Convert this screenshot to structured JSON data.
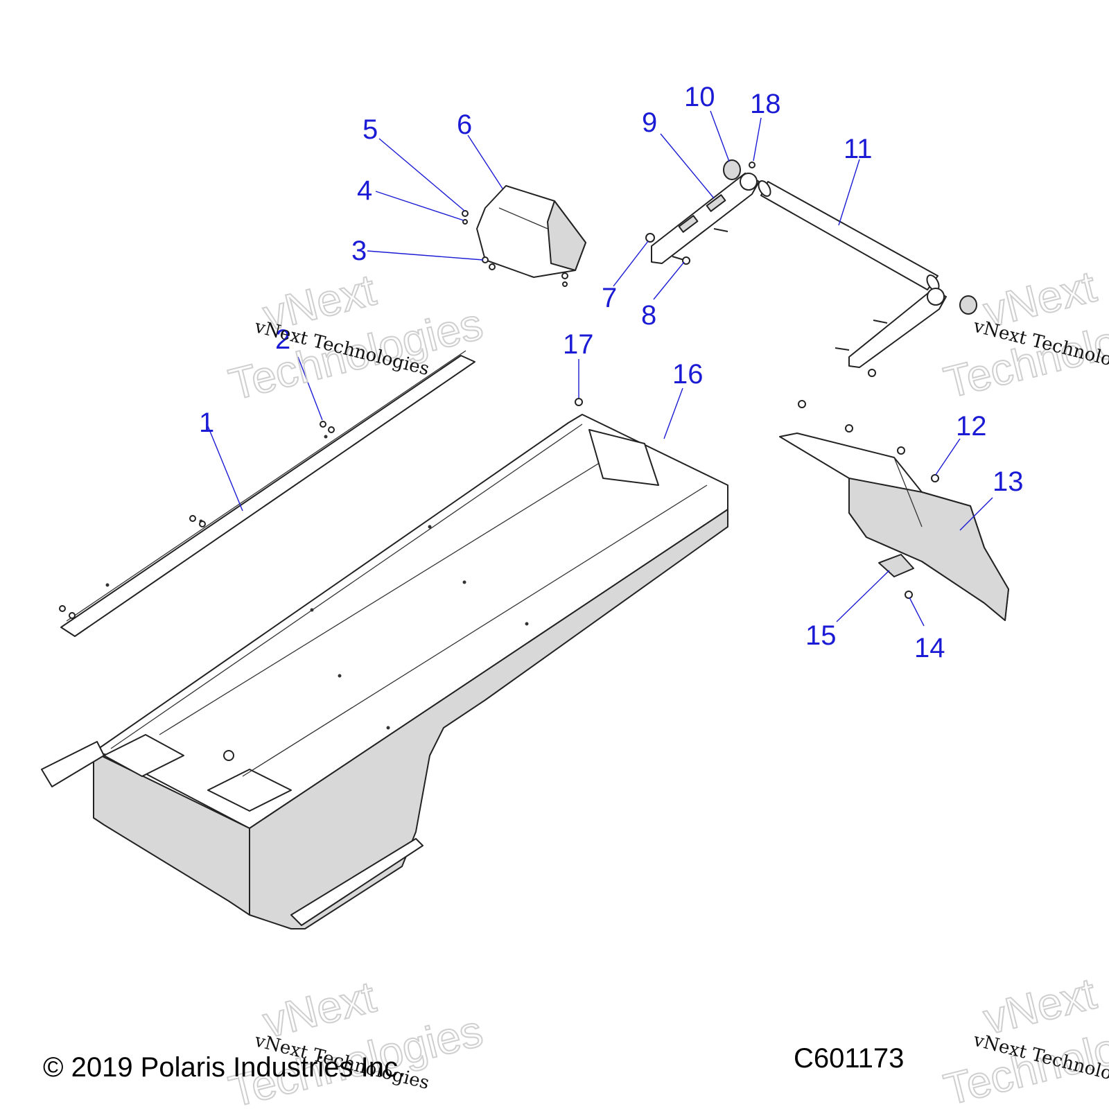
{
  "callouts": [
    {
      "id": "1",
      "text": "1"
    },
    {
      "id": "2",
      "text": "2"
    },
    {
      "id": "3",
      "text": "3"
    },
    {
      "id": "4",
      "text": "4"
    },
    {
      "id": "5",
      "text": "5"
    },
    {
      "id": "6",
      "text": "6"
    },
    {
      "id": "7",
      "text": "7"
    },
    {
      "id": "8",
      "text": "8"
    },
    {
      "id": "9",
      "text": "9"
    },
    {
      "id": "10",
      "text": "10"
    },
    {
      "id": "11",
      "text": "11"
    },
    {
      "id": "12",
      "text": "12"
    },
    {
      "id": "13",
      "text": "13"
    },
    {
      "id": "14",
      "text": "14"
    },
    {
      "id": "15",
      "text": "15"
    },
    {
      "id": "16",
      "text": "16"
    },
    {
      "id": "17",
      "text": "17"
    },
    {
      "id": "18",
      "text": "18"
    }
  ],
  "watermark": {
    "small": "vNext Technologies",
    "big_line1": "vNext",
    "big_line2": "Technologies"
  },
  "footer": {
    "copyright": "© 2019 Polaris Industries Inc.",
    "figure_code": "C601173"
  },
  "colors": {
    "callout": "#1b1bd6",
    "line": "#222222",
    "shade": "#d8d8d8"
  }
}
